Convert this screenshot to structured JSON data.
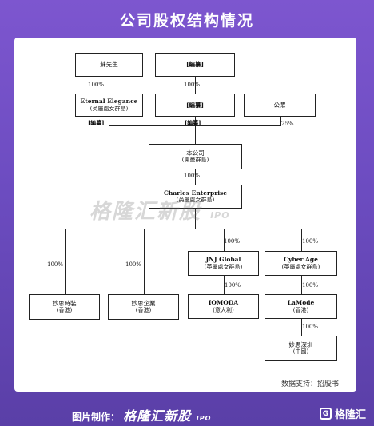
{
  "title": "公司股权结构情况",
  "watermark": {
    "main": "格隆汇新股",
    "ipo": "IPO"
  },
  "source": "数据支持：招股书",
  "footer": {
    "label": "图片制作：",
    "brand": "格隆汇新股",
    "ipo": "IPO",
    "logo_text": "格隆汇",
    "logo_icon": "G"
  },
  "nodes": {
    "mr_su": {
      "name": "蘇先生"
    },
    "redacted_top": {
      "name": "[編纂]"
    },
    "eternal": {
      "name": "Eternal Elegance",
      "sub": "(英屬處女群島)"
    },
    "redacted_mid": {
      "name": "[編纂]"
    },
    "public": {
      "name": "公眾"
    },
    "company": {
      "name": "本公司",
      "sub": "(開曼群島)"
    },
    "charles": {
      "name": "Charles Enterprise",
      "sub": "(英屬處女群島)"
    },
    "miaosi_shizhuang": {
      "name": "妙思時裝",
      "sub": "(香港)"
    },
    "miaosi_qiye": {
      "name": "妙思企業",
      "sub": "(香港)"
    },
    "jnj": {
      "name": "JNJ Global",
      "sub": "(英屬處女群島)"
    },
    "cyber": {
      "name": "Cyber Age",
      "sub": "(英屬處女群島)"
    },
    "iomoda": {
      "name": "IOMODA",
      "sub": "(意大利)"
    },
    "lamode": {
      "name": "LaMode",
      "sub": "(香港)"
    },
    "miaosi_shenzhen": {
      "name": "妙思深圳",
      "sub": "(中國)"
    }
  },
  "labels": {
    "su_to_eternal": "100%",
    "top_to_mid": "100%",
    "eternal_to_company": "[編纂]",
    "mid_to_company": "[編纂]",
    "public_to_company": "25%",
    "company_to_charles": "100%",
    "to_shizhuang": "100%",
    "to_qiye": "100%",
    "to_jnj": "100%",
    "to_cyber": "100%",
    "jnj_to_iomoda": "100%",
    "cyber_to_lamode": "100%",
    "lamode_to_shenzhen": "100%"
  }
}
